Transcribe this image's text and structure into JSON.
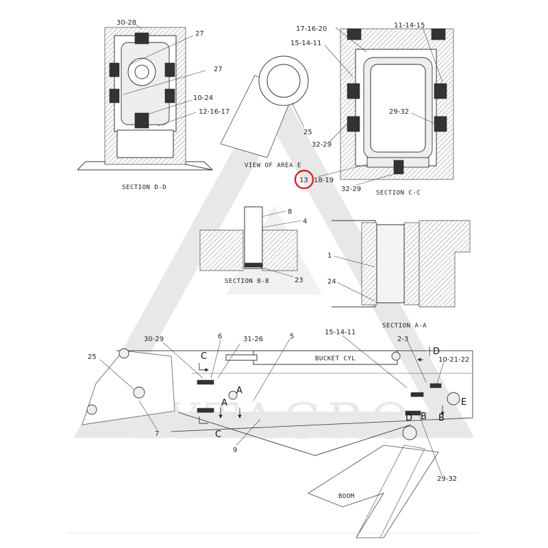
{
  "watermark": {
    "text": "LYTAGRO",
    "color": "#cfcfcf"
  },
  "highlight": {
    "label": "13",
    "ring_color": "#d0242b"
  },
  "captions": {
    "section_dd": "SECTION D-D",
    "view_area_e": "VIEW OF AREA E",
    "section_cc": "SECTION C-C",
    "section_bb": "SECTION B-B",
    "section_aa": "SECTION A-A",
    "bucket_cyl": "BUCKET CYL",
    "boom": "BOOM"
  },
  "callouts": {
    "dd": [
      "30-28",
      "27",
      "27",
      "10-24",
      "12-16-17"
    ],
    "e": [
      "25"
    ],
    "cc": [
      "17-16-20",
      "15-14-11",
      "11-14-15",
      "29-32",
      "32-29",
      "18-19",
      "32-29"
    ],
    "bb": [
      "8",
      "4",
      "23"
    ],
    "aa": [
      "1",
      "24"
    ],
    "main": [
      "25",
      "30-29",
      "6",
      "31-26",
      "5",
      "15-14-11",
      "2-3",
      "10-21-22",
      "7",
      "9",
      "29-32"
    ],
    "section_marks": [
      "C",
      "C",
      "A",
      "A",
      "D",
      "D",
      "B",
      "B",
      "E"
    ]
  }
}
